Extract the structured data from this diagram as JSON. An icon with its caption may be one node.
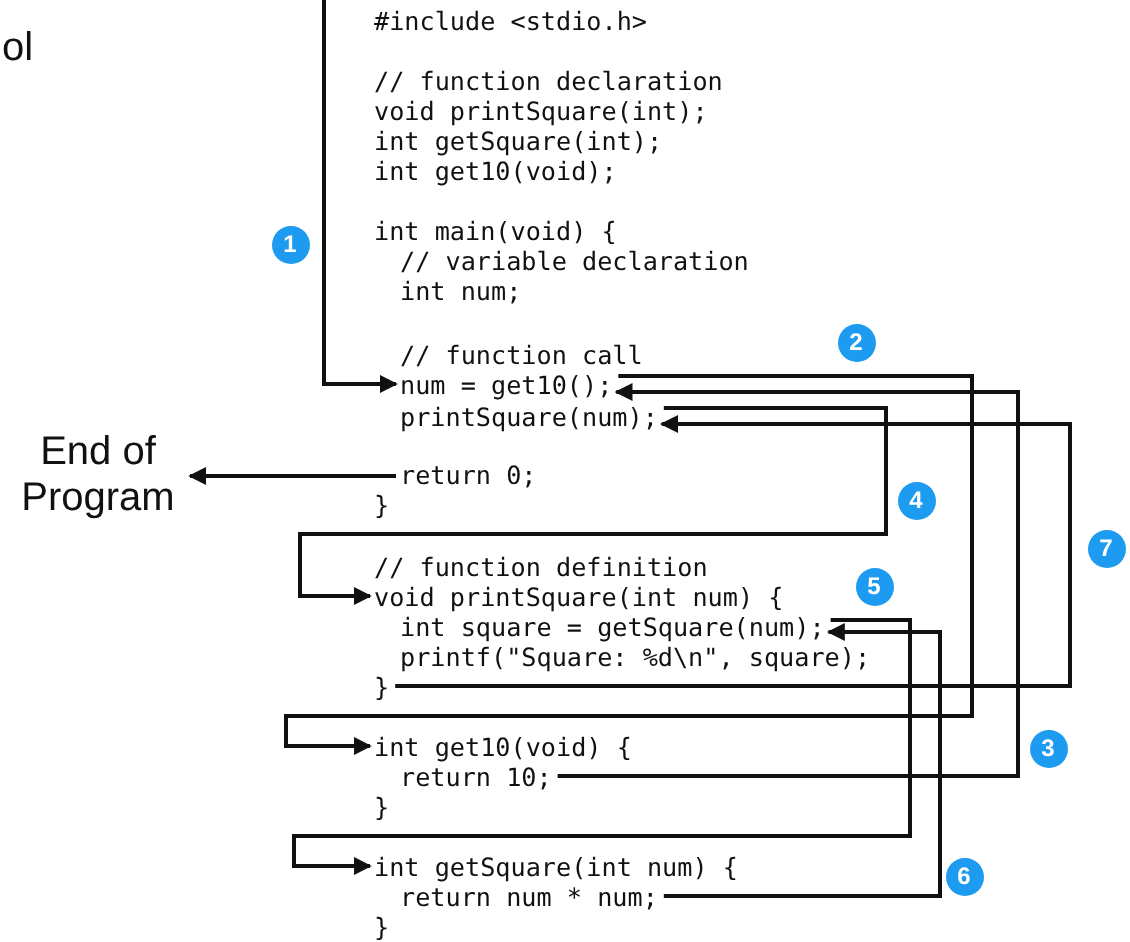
{
  "diagram": {
    "nodes": [
      {
        "text": [
          "End of Program"
        ]
      },
      {
        "text": [
          "num = get10();"
        ]
      },
      {
        "text": [
          "printSquare(num);"
        ]
      },
      {
        "text": [
          "return 0;"
        ]
      },
      {
        "text": [
          "void printSquare(int num) {"
        ]
      },
      {
        "text": [
          "int square = getSquare(num);"
        ]
      },
      {
        "text": [
          "}"
        ]
      },
      {
        "text": [
          "int get10(void) {"
        ]
      },
      {
        "text": [
          "return 10;"
        ]
      },
      {
        "text": [
          "int getSquare(int num) {"
        ]
      },
      {
        "text": [
          "return num * num;"
        ]
      }
    ],
    "edges": [
      {
        "from": null,
        "to": 1,
        "arrow": "to"
      },
      {
        "from": 1,
        "to": 7,
        "arrow": "to"
      },
      {
        "from": 8,
        "to": 1,
        "arrow": "to"
      },
      {
        "from": 2,
        "to": 4,
        "arrow": "to"
      },
      {
        "from": 5,
        "to": 9,
        "arrow": "to"
      },
      {
        "from": 10,
        "to": 5,
        "arrow": "to"
      },
      {
        "from": 6,
        "to": 2,
        "arrow": "to"
      },
      {
        "from": 3,
        "to": 0,
        "arrow": "to"
      }
    ],
    "labels": [
      "ol",
      "#include <stdio.h>",
      "// function declaration",
      "void printSquare(int);",
      "int getSquare(int);",
      "int get10(void);",
      "1",
      "int main(void) {",
      "// variable declaration",
      "int num;",
      "2",
      "// function call",
      "4",
      "}",
      "7",
      "// function definition",
      "5",
      "printf(\"Square: %d\\n\", square);",
      "3",
      "}",
      "6",
      "}"
    ]
  }
}
